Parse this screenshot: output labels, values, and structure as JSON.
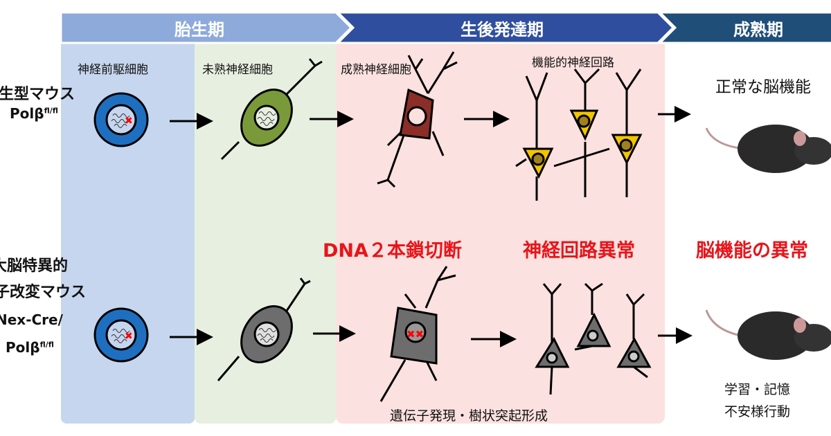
{
  "header": {
    "stages": [
      {
        "label": "胎生期",
        "color": "#8eaadb"
      },
      {
        "label": "生後発達期",
        "color": "#2f4f9e"
      },
      {
        "label": "成熟期",
        "color": "#1f4e79"
      }
    ]
  },
  "columns": {
    "progenitor": "神経前駆細胞",
    "immature": "未熟神経細胞",
    "mature": "成熟神経細胞",
    "circuit": "機能的神経回路"
  },
  "rows": {
    "wildtype": {
      "line1": "生型マウス",
      "line2_base": "Polβ",
      "line2_sup": "fl/fl"
    },
    "knockout": {
      "line1": "大脳特異的",
      "line2": "子改変マウス",
      "line3": "Nex-Cre/",
      "line4_base": "Polβ",
      "line4_sup": "fl/fl"
    }
  },
  "annotations": {
    "normal_function": "正常な脳機能",
    "dsb": "DNA２本鎖切断",
    "circuit_abnormal": "神経回路異常",
    "function_abnormal": "脳機能の異常",
    "deficits_line1": "学習・記憶",
    "deficits_line2": "不安様行動",
    "gene_expression": "遺伝子発現・樹状突起形成"
  },
  "colors": {
    "panel_blue": "#c5d5ee",
    "panel_green": "#e6f0df",
    "panel_pink": "#fbe0df",
    "accent_red": "#e8141a"
  }
}
